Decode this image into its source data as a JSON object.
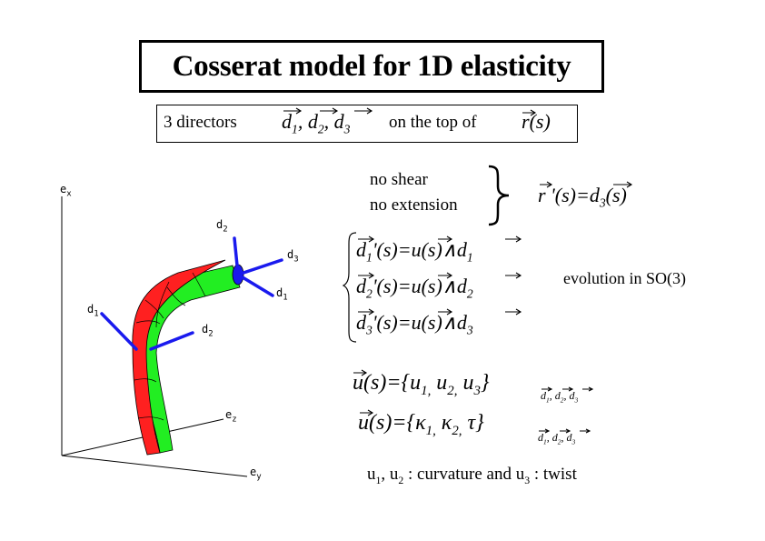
{
  "title": "Cosserat model for 1D elasticity",
  "subtitle": {
    "prefix": "3 directors",
    "d": "d",
    "sep": ",",
    "sub1": "1",
    "sub2": "2",
    "sub3": "3",
    "middle": "on the top of",
    "r": "r",
    "arg": "(s)"
  },
  "constraints": {
    "line1": "no shear",
    "line2": "no extension",
    "result_lhs": "r '(s)=",
    "result_d": "d",
    "result_sub": "3",
    "result_arg": "(s)"
  },
  "evolution": {
    "eq1": {
      "d": "d",
      "sub": "1",
      "mid": "'(s)=",
      "u": "u",
      "rhs": "(s)∧",
      "d2": "d",
      "sub2": "1"
    },
    "eq2": {
      "d": "d",
      "sub": "2",
      "mid": "'(s)=",
      "u": "u",
      "rhs": "(s)∧",
      "d2": "d",
      "sub2": "2"
    },
    "eq3": {
      "d": "d",
      "sub": "3",
      "mid": "'(s)=",
      "u": "u",
      "rhs": "(s)∧",
      "d2": "d",
      "sub2": "3"
    },
    "label": "evolution in SO(3)"
  },
  "components": {
    "eq1_lhs": "u",
    "eq1_body": "(s)={u",
    "eq1_s1": "1,",
    "eq1_u2": "u",
    "eq1_s2": "2,",
    "eq1_u3": "u",
    "eq1_s3": "3",
    "eq1_close": "}",
    "eq2_lhs": "u",
    "eq2_body": "(s)={κ",
    "eq2_s1": "1,",
    "eq2_k2": "κ",
    "eq2_s2": "2,",
    "eq2_tau": "τ",
    "eq2_close": "}",
    "basis": "d",
    "basis_comma": ",",
    "basis_1": "1",
    "basis_2": "2",
    "basis_3": "3"
  },
  "legend": {
    "u": "u",
    "s1": "1",
    "sep": ", u",
    "s2": "2",
    "mid": ": curvature  and  u",
    "s3": "3",
    "end": ": twist"
  },
  "figure": {
    "axis_ex": "e",
    "axis_ex_sub": "x",
    "axis_ez": "e",
    "axis_ez_sub": "z",
    "axis_ey": "e",
    "axis_ey_sub": "y",
    "label_d": "d",
    "sub_1": "1",
    "sub_2": "2",
    "sub_3": "3",
    "colors": {
      "red": "#ff2020",
      "green": "#22ee22",
      "blue": "#1a1aee"
    }
  }
}
